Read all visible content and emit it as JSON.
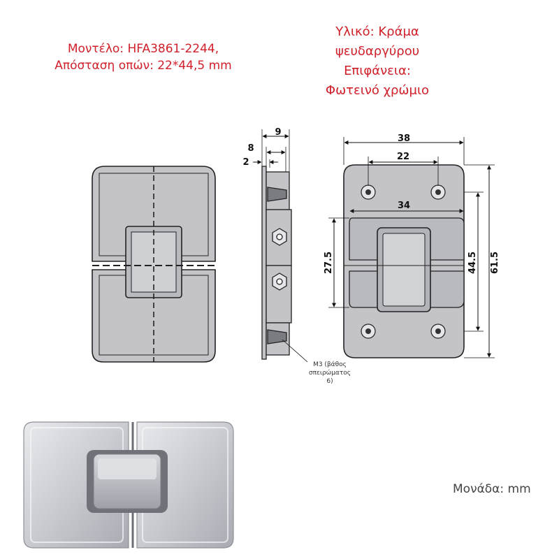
{
  "header": {
    "model_line1": "Μοντέλο: HFA3861-2244,",
    "model_line2": "Απόσταση οπών: 22*44,5 mm",
    "material_line1": "Υλικό: Κράμα",
    "material_line2": "ψευδαργύρου",
    "surface_line1": "Επιφάνεια:",
    "surface_line2": "Φωτεινό χρώμιο"
  },
  "dimensions": {
    "side_9": "9",
    "side_8": "8",
    "side_2": "2",
    "front_38": "38",
    "front_22": "22",
    "front_34": "34",
    "front_27_5": "27.5",
    "front_44_5": "44.5",
    "front_61_5": "61.5"
  },
  "notes": {
    "m3_line1": "M3 (βάθος",
    "m3_line2": "σπειρώματος",
    "m3_line3": "6)"
  },
  "footer": {
    "unit": "Μονάδα: mm"
  },
  "colors": {
    "accent_red": "#d0202a",
    "drawing_fill": "#c4c4c8",
    "outline": "#222222"
  }
}
